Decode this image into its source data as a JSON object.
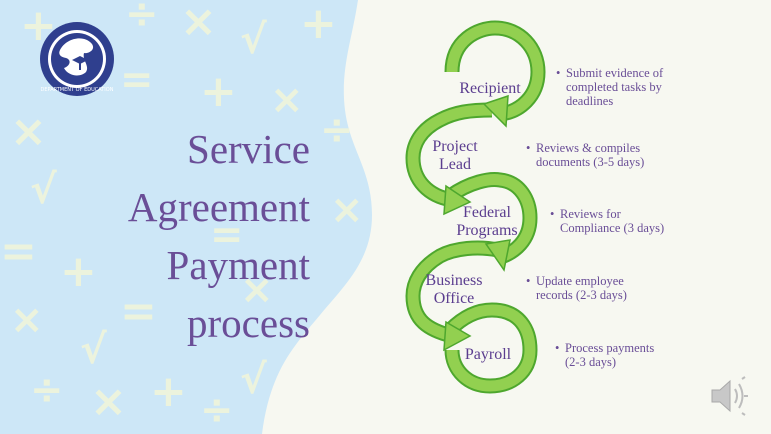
{
  "slide": {
    "title_lines": [
      "Service",
      "Agreement",
      "Payment",
      "process"
    ],
    "logo_text": "DEPARTMENT OF EDUCATION",
    "steps": [
      {
        "label": "Recipient",
        "bullet": [
          "Submit evidence of",
          "completed tasks by",
          "deadlines"
        ]
      },
      {
        "label": "Project Lead",
        "bullet": [
          "Reviews & compiles",
          "documents (3-5 days)"
        ]
      },
      {
        "label": "Federal Programs",
        "bullet": [
          "Reviews for",
          "Compliance (3 days)"
        ]
      },
      {
        "label": "Business Office",
        "bullet": [
          "Update employee",
          "records (2-3 days)"
        ]
      },
      {
        "label": "Payroll",
        "bullet": [
          "Process payments",
          "(2-3 days)"
        ]
      }
    ],
    "bullet_symbol": "•",
    "colors": {
      "title": "#6a4e97",
      "arrow_fill": "#92d050",
      "arrow_stroke": "#4ea72e",
      "left_panel": "#cde7f7",
      "right_panel": "#f7f8f1"
    },
    "icons": [
      "speaker-icon",
      "department-of-education-seal"
    ]
  }
}
